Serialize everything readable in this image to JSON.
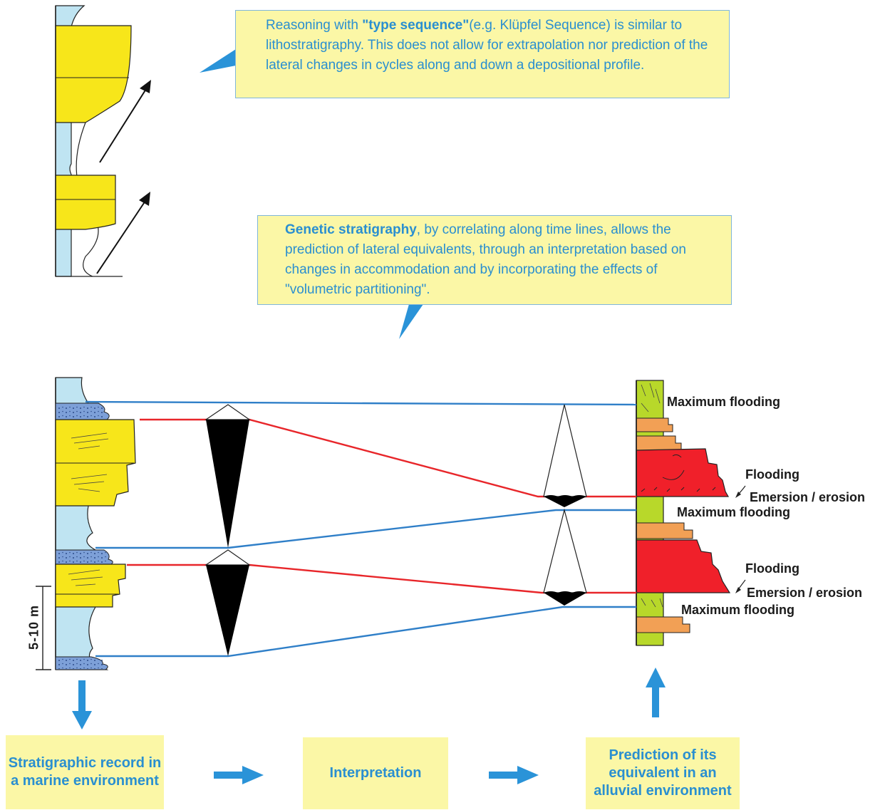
{
  "callouts": {
    "top": {
      "pre": "Reasoning with ",
      "bold": "\"type sequence\"",
      "post": "(e.g. Klüpfel Sequence) is similar to lithostratigraphy. This does not allow for extrapolation nor prediction of the lateral changes in cycles along and down a depositional profile."
    },
    "mid": {
      "bold": "Genetic stratigraphy",
      "post": ", by correlating along time lines, allows the prediction of lateral equivalents, through an interpretation based on changes in accommodation and by incorporating the effects of \"volumetric partitioning\"."
    }
  },
  "labels": {
    "max_flooding_1": "Maximum flooding",
    "flooding_1": "Flooding",
    "emersion_1": "Emersion / erosion",
    "max_flooding_2": "Maximum flooding",
    "flooding_2": "Flooding",
    "emersion_2": "Emersion / erosion",
    "max_flooding_3": "Maximum flooding"
  },
  "scale": "5-10 m",
  "flow": {
    "record": "Stratigraphic record in a marine environment",
    "interpretation": "Interpretation",
    "prediction": "Prediction of its equivalent in an alluvial environment"
  },
  "colors": {
    "sandstone": "#f7e61a",
    "marine_shale": "#bfe4f2",
    "conglomerate": "#7da0d8",
    "alluvial_green": "#b8d82a",
    "alluvial_orange": "#f2a055",
    "alluvial_red": "#f0202a",
    "time_line_blue": "#2f7fc8",
    "time_line_red": "#e8262a",
    "arrow_blue": "#2a93d8",
    "callout_fill": "#fbf7a6"
  }
}
